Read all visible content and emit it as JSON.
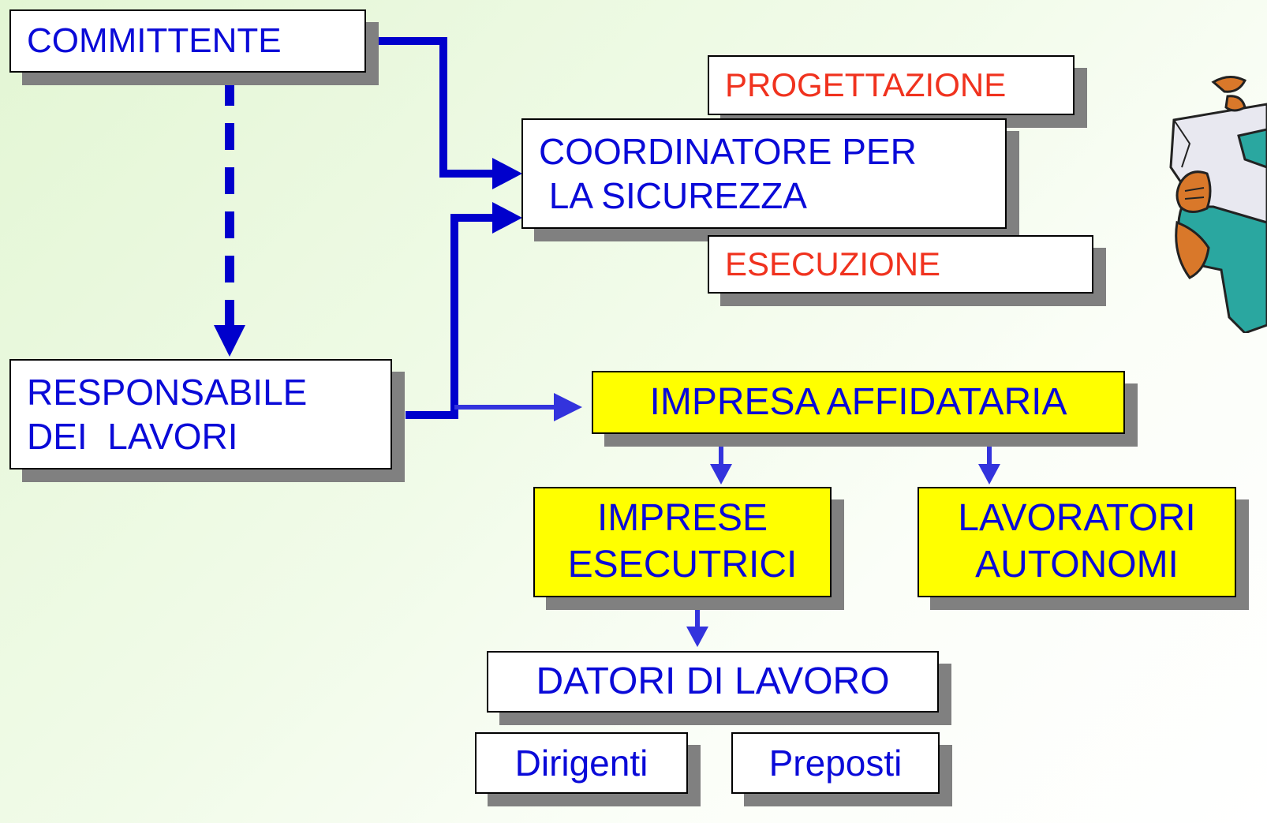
{
  "nodes": {
    "committente": "COMMITTENTE",
    "progettazione": "PROGETTAZIONE",
    "coordinatore_line1": "COORDINATORE PER",
    "coordinatore_line2": " LA SICUREZZA",
    "esecuzione": "ESECUZIONE",
    "responsabile_line1": "RESPONSABILE",
    "responsabile_line2": "DEI  LAVORI",
    "impresa_affidataria": "IMPRESA AFFIDATARIA",
    "imprese_esecutrici_line1": "IMPRESE",
    "imprese_esecutrici_line2": "ESECUTRICI",
    "lavoratori_autonomi_line1": "LAVORATORI",
    "lavoratori_autonomi_line2": "AUTONOMI",
    "datori_di_lavoro": "DATORI DI LAVORO",
    "dirigenti": "Dirigenti",
    "preposti": "Preposti"
  },
  "colors": {
    "text_blue": "#0a0ad8",
    "text_red": "#f0321e",
    "box_yellow": "#ffff00",
    "box_white": "#ffffff",
    "shadow_gray": "#808080",
    "arrow_blue_dark": "#0000cc",
    "arrow_blue_light": "#3333dd"
  },
  "icons": {
    "clipart": "person-reading-paper-icon"
  }
}
